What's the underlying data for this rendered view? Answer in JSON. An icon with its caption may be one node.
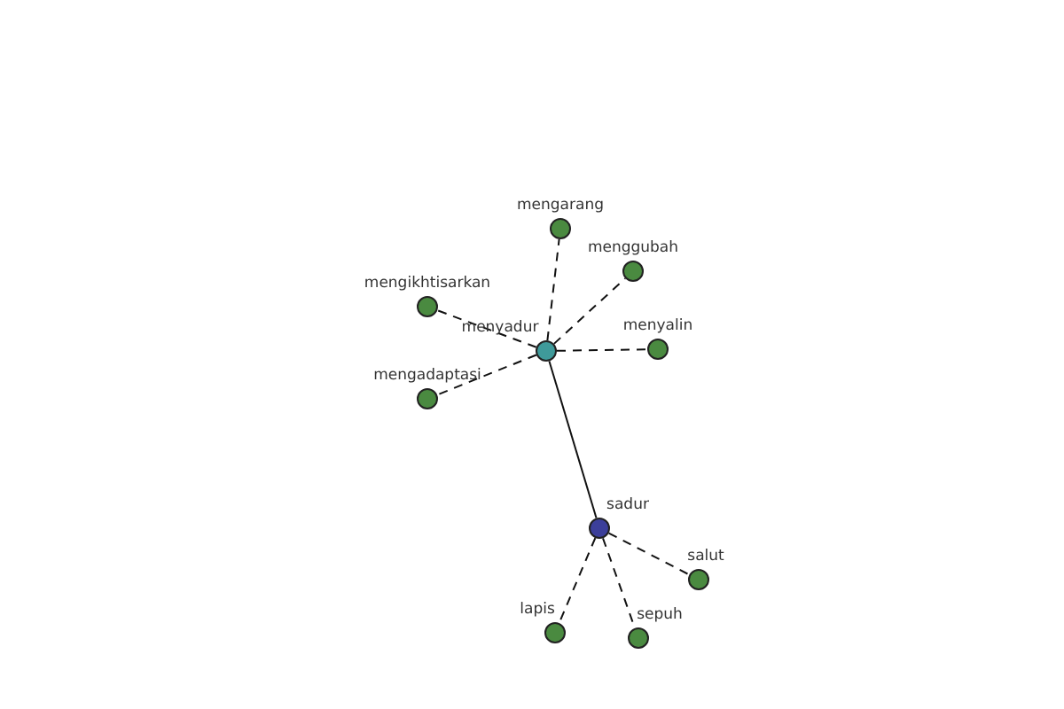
{
  "diagram": {
    "nodes": [
      {
        "text": [],
        "shape": "circle",
        "beside": [
          "mengarang"
        ]
      },
      {
        "text": [],
        "shape": "circle",
        "beside": [
          "menggubah"
        ]
      },
      {
        "text": [],
        "shape": "circle",
        "beside": [
          "mengikhtisarkan"
        ]
      },
      {
        "text": [],
        "shape": "circle",
        "beside": [
          "menyadur"
        ]
      },
      {
        "text": [],
        "shape": "circle",
        "beside": [
          "menyalin"
        ]
      },
      {
        "text": [],
        "shape": "circle",
        "beside": [
          "mengadaptasi"
        ]
      },
      {
        "text": [],
        "shape": "circle",
        "beside": [
          "sadur"
        ]
      },
      {
        "text": [],
        "shape": "circle",
        "beside": [
          "salut"
        ]
      },
      {
        "text": [],
        "shape": "circle",
        "beside": [
          "lapis"
        ]
      },
      {
        "text": [],
        "shape": "circle",
        "beside": [
          "sepuh"
        ]
      }
    ],
    "edges": [
      {
        "from": 3,
        "to": 0,
        "arrow": "none",
        "style": "dashed"
      },
      {
        "from": 3,
        "to": 1,
        "arrow": "none",
        "style": "dashed"
      },
      {
        "from": 3,
        "to": 2,
        "arrow": "none",
        "style": "dashed"
      },
      {
        "from": 3,
        "to": 4,
        "arrow": "none",
        "style": "dashed"
      },
      {
        "from": 3,
        "to": 5,
        "arrow": "none",
        "style": "dashed"
      },
      {
        "from": 3,
        "to": 6,
        "arrow": "none"
      },
      {
        "from": 6,
        "to": 7,
        "arrow": "none",
        "style": "dashed"
      },
      {
        "from": 6,
        "to": 8,
        "arrow": "none",
        "style": "dashed"
      },
      {
        "from": 6,
        "to": 9,
        "arrow": "none",
        "style": "dashed"
      }
    ]
  }
}
